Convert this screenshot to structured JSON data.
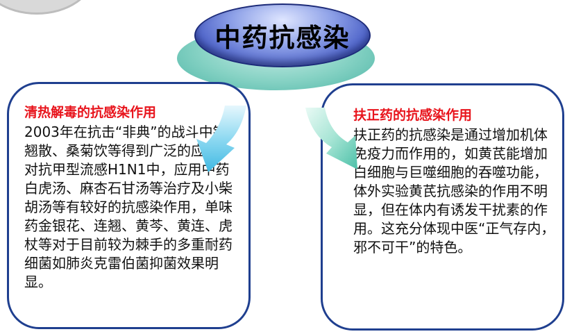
{
  "title": "中药抗感染",
  "left_panel": {
    "heading": "清热解毒的抗感染作用",
    "body": "2003年在抗击“非典”的战斗中银翘散、桑菊饮等得到广泛的应用；对抗甲型流感H1N1中，应用中药白虎汤、麻杏石甘汤等治疗及小柴胡汤等有较好的抗感染作用，单味药金银花、连翘、黄芩、黄连、虎杖等对于目前较为棘手的多重耐药细菌如肺炎克雷伯菌抑菌效果明显。"
  },
  "right_panel": {
    "heading": "扶正药的抗感染作用",
    "body": "扶正药的抗感染是通过增加机体免疫力而作用的，如黄芪能增加白细胞与巨噬细胞的吞噬功能，体外实验黄芪抗感染的作用不明显，但在体内有诱发干扰素的作用。这充分体现中医“正气存内，邪不可干”的特色。"
  },
  "colors": {
    "heading": "#e8141c",
    "card_border": "#1f3f8f",
    "hub": "#3f55c2",
    "arrow": "#5bc6ea"
  }
}
